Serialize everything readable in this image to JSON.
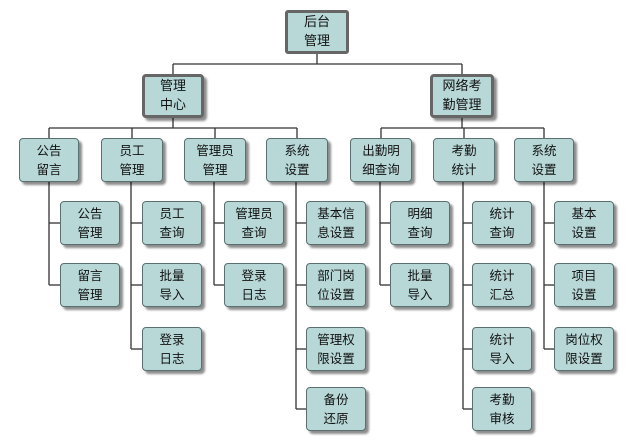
{
  "root": {
    "label": "后台\n管理"
  },
  "groups": [
    {
      "label": "管理\n中心",
      "modules": [
        {
          "label": "公告\n留言",
          "items": [
            "公告\n管理",
            "留言\n管理"
          ]
        },
        {
          "label": "员工\n管理",
          "items": [
            "员工\n查询",
            "批量\n导入",
            "登录\n日志"
          ]
        },
        {
          "label": "管理员\n管理",
          "items": [
            "管理员\n查询",
            "登录\n日志"
          ]
        },
        {
          "label": "系统\n设置",
          "items": [
            "基本信\n息设置",
            "部门岗\n位设置",
            "管理权\n限设置",
            "备份\n还原"
          ]
        }
      ]
    },
    {
      "label": "网络考\n勤管理",
      "modules": [
        {
          "label": "出勤明\n细查询",
          "items": [
            "明细\n查询",
            "批量\n导入"
          ]
        },
        {
          "label": "考勤\n统计",
          "items": [
            "统计\n查询",
            "统计\n汇总",
            "统计\n导入",
            "考勤\n审核"
          ]
        },
        {
          "label": "系统\n设置",
          "items": [
            "基本\n设置",
            "项目\n设置",
            "岗位权\n限设置"
          ]
        }
      ]
    }
  ],
  "colors": {
    "box_fill": "#b8d8d8",
    "box_border": "#5a6f6f",
    "connector": "#333333"
  }
}
